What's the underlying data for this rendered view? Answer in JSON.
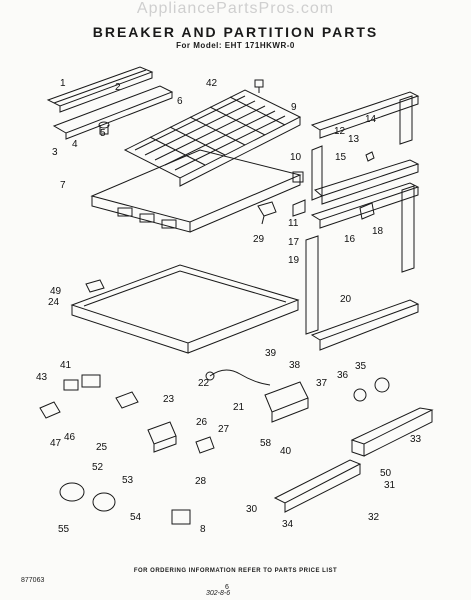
{
  "watermark": "AppliancePartsPros.com",
  "title": "BREAKER AND PARTITION PARTS",
  "subtitle": "For Model: EHT 171HKWR-0",
  "footer_note": "FOR ORDERING INFORMATION REFER TO PARTS PRICE LIST",
  "doc_id": "877063",
  "page_number": "6",
  "revision_stamp": "302-8-6",
  "callouts": [
    "1",
    "2",
    "3",
    "4",
    "5",
    "6",
    "7",
    "8",
    "9",
    "10",
    "11",
    "12",
    "13",
    "14",
    "15",
    "16",
    "17",
    "18",
    "19",
    "20",
    "21",
    "22",
    "23",
    "24",
    "25",
    "26",
    "27",
    "28",
    "29",
    "30",
    "31",
    "32",
    "33",
    "34",
    "35",
    "36",
    "37",
    "38",
    "39",
    "40",
    "41",
    "42",
    "43",
    "46",
    "47",
    "49",
    "50",
    "52",
    "53",
    "54",
    "55",
    "58"
  ]
}
